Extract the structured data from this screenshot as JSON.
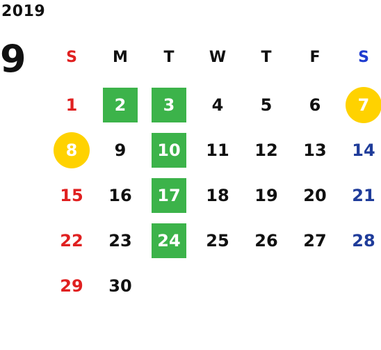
{
  "calendar": {
    "year": "2019",
    "month": "9",
    "weekdays": [
      {
        "label": "S",
        "color": "#e02020"
      },
      {
        "label": "M",
        "color": "#111111"
      },
      {
        "label": "T",
        "color": "#111111"
      },
      {
        "label": "W",
        "color": "#111111"
      },
      {
        "label": "T",
        "color": "#111111"
      },
      {
        "label": "F",
        "color": "#111111"
      },
      {
        "label": "S",
        "color": "#1f3cd0"
      }
    ],
    "weeks": [
      [
        {
          "day": "1",
          "type": "sun"
        },
        {
          "day": "2",
          "type": "green"
        },
        {
          "day": "3",
          "type": "green"
        },
        {
          "day": "4",
          "type": "normal"
        },
        {
          "day": "5",
          "type": "normal"
        },
        {
          "day": "6",
          "type": "normal"
        },
        {
          "day": "7",
          "type": "yellow"
        }
      ],
      [
        {
          "day": "8",
          "type": "yellow"
        },
        {
          "day": "9",
          "type": "normal"
        },
        {
          "day": "10",
          "type": "green"
        },
        {
          "day": "11",
          "type": "normal"
        },
        {
          "day": "12",
          "type": "normal"
        },
        {
          "day": "13",
          "type": "normal"
        },
        {
          "day": "14",
          "type": "sat"
        }
      ],
      [
        {
          "day": "15",
          "type": "sun"
        },
        {
          "day": "16",
          "type": "normal"
        },
        {
          "day": "17",
          "type": "green"
        },
        {
          "day": "18",
          "type": "normal"
        },
        {
          "day": "19",
          "type": "normal"
        },
        {
          "day": "20",
          "type": "normal"
        },
        {
          "day": "21",
          "type": "sat"
        }
      ],
      [
        {
          "day": "22",
          "type": "sun"
        },
        {
          "day": "23",
          "type": "normal"
        },
        {
          "day": "24",
          "type": "green"
        },
        {
          "day": "25",
          "type": "normal"
        },
        {
          "day": "26",
          "type": "normal"
        },
        {
          "day": "27",
          "type": "normal"
        },
        {
          "day": "28",
          "type": "sat"
        }
      ],
      [
        {
          "day": "29",
          "type": "sun"
        },
        {
          "day": "30",
          "type": "normal"
        },
        {
          "day": "",
          "type": "empty"
        },
        {
          "day": "",
          "type": "empty"
        },
        {
          "day": "",
          "type": "empty"
        },
        {
          "day": "",
          "type": "empty"
        },
        {
          "day": "",
          "type": "empty"
        }
      ]
    ],
    "colors": {
      "sunday": "#e02020",
      "saturday": "#1f3c9a",
      "highlight_green": "#3cb34a",
      "highlight_yellow": "#ffd200"
    }
  }
}
